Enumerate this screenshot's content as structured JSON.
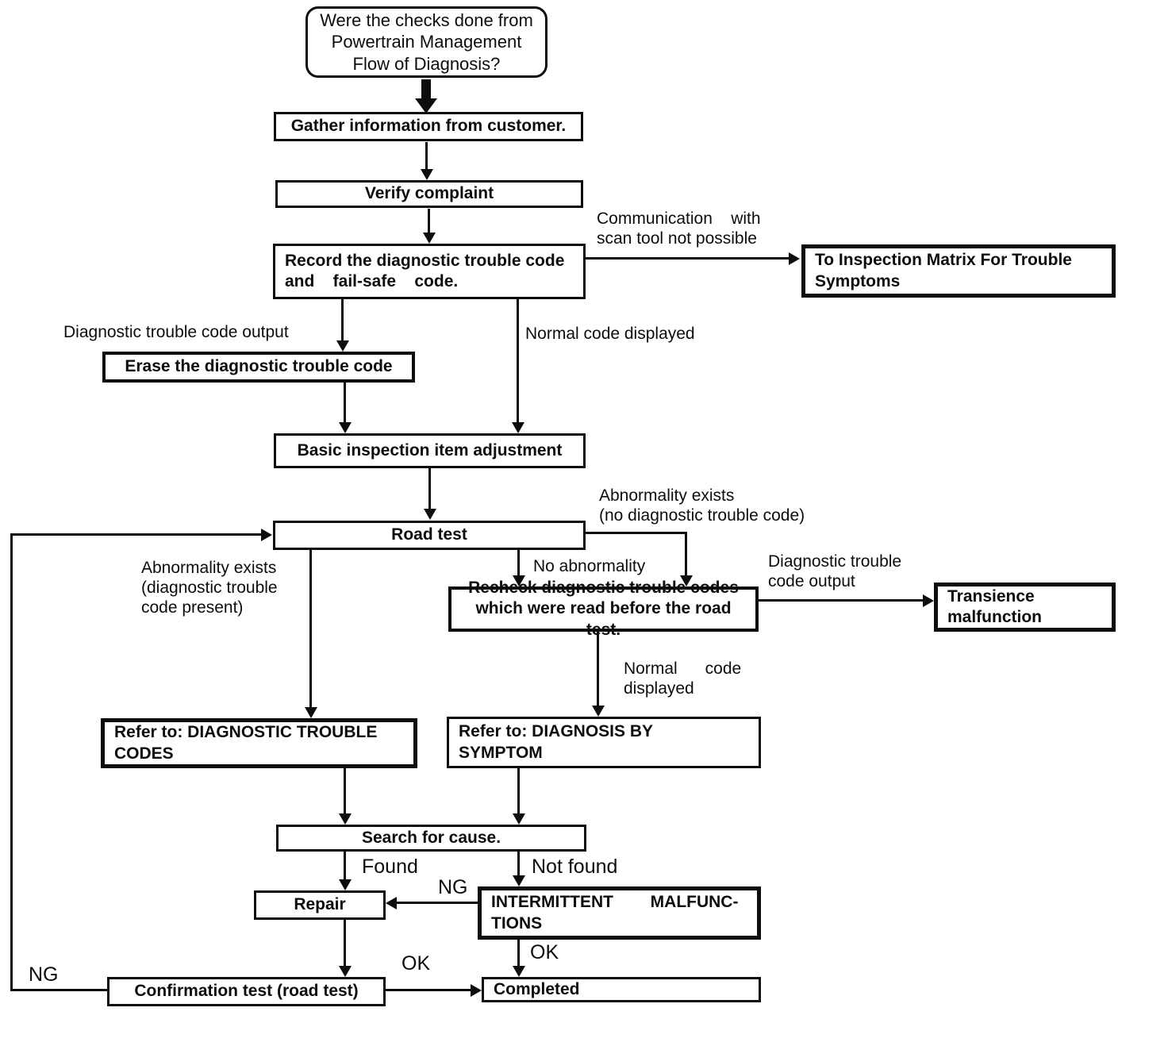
{
  "title": "Powertrain management diagnosis flowchart",
  "colors": {
    "ink": "#0d0d0d",
    "paper": "#ffffff"
  },
  "nodes": {
    "start": "Were the checks done from\nPowertrain Management\nFlow of Diagnosis?",
    "gather": "Gather information from customer.",
    "verify": "Verify complaint",
    "record": "Record the diagnostic trouble code\nand    fail-safe    code.",
    "to_inspection": "To Inspection Matrix For Trouble\nSymptoms",
    "erase": "Erase the diagnostic trouble code",
    "basic": "Basic inspection item adjustment",
    "road": "Road test",
    "recheck": "Recheck diagnostic trouble codes\nwhich were read before the road test.",
    "transience": "Transience\nmalfunction",
    "refer_dtc": "Refer to: DIAGNOSTIC TROUBLE\nCODES",
    "refer_symptom": "Refer to: DIAGNOSIS BY\nSYMPTOM",
    "search": "Search for cause.",
    "repair": "Repair",
    "intermittent": "INTERMITTENT        MALFUNC-\nTIONS",
    "confirmation": "Confirmation test (road test)",
    "completed": "Completed"
  },
  "labels": {
    "comm_scan": "Communication    with\nscan tool not possible",
    "dtc_output_left": "Diagnostic trouble code output",
    "normal_code_1": "Normal code displayed",
    "abnormality_no_dtc": "Abnormality exists\n(no diagnostic trouble code)",
    "no_abnormality": "No abnormality",
    "dtc_output_right": "Diagnostic trouble\ncode output",
    "abnormality_dtc_present": "Abnormality exists\n(diagnostic trouble\ncode present)",
    "normal_code_2": "Normal      code\ndisplayed",
    "found": "Found",
    "not_found": "Not found",
    "ng_intermittent": "NG",
    "ok_intermittent": "OK",
    "ok_confirmation": "OK",
    "ng_loop": "NG"
  }
}
